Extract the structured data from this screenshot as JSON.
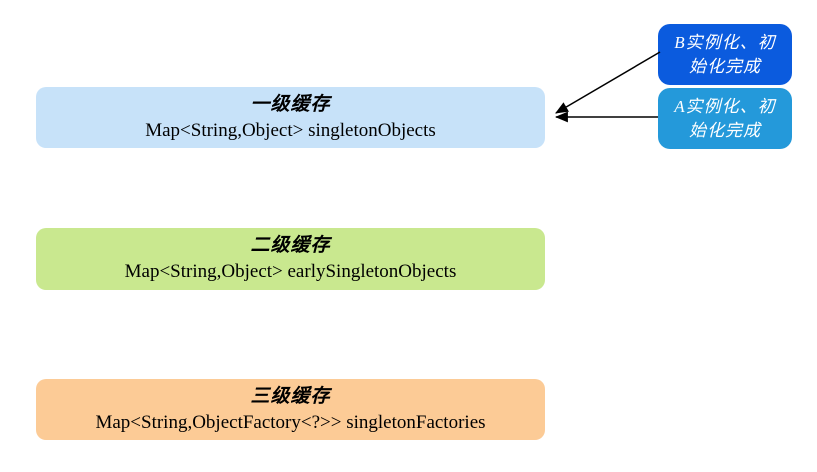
{
  "diagram": {
    "background": "#FFFFFF",
    "caches": [
      {
        "level": 1,
        "title": "一级缓存",
        "code": "Map<String,Object> singletonObjects",
        "fill": "#C7E2F9",
        "text_color": "#000000"
      },
      {
        "level": 2,
        "title": "二级缓存",
        "code": "Map<String,Object> earlySingletonObjects",
        "fill": "#C9E88F",
        "text_color": "#000000"
      },
      {
        "level": 3,
        "title": "三级缓存",
        "code": "Map<String,ObjectFactory<?>> singletonFactories",
        "fill": "#FCCB96",
        "text_color": "#000000"
      }
    ],
    "callouts": [
      {
        "label": "B实例化、初\n始化完成",
        "fill": "#0B5BDE",
        "text_color": "#FFFFFF"
      },
      {
        "label": "A实例化、初\n始化完成",
        "fill": "#2499DA",
        "text_color": "#FFFFFF"
      }
    ],
    "arrow_color": "#000000"
  }
}
